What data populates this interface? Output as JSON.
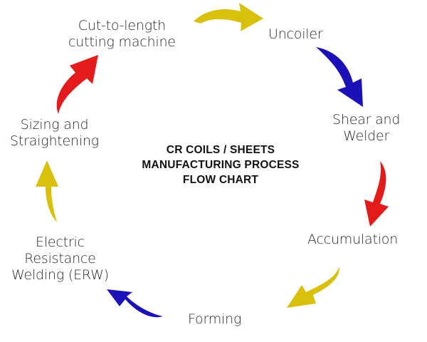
{
  "title": {
    "lines": [
      "CR COILS / SHEETS",
      "MANUFACTURING PROCESS",
      "FLOW CHART"
    ]
  },
  "steps": [
    {
      "id": "uncoiler",
      "lines": [
        "Uncoiler"
      ]
    },
    {
      "id": "shear-and-welder",
      "lines": [
        "Shear and",
        "Welder"
      ]
    },
    {
      "id": "accumulation",
      "lines": [
        "Accumulation"
      ]
    },
    {
      "id": "forming",
      "lines": [
        "Forming"
      ]
    },
    {
      "id": "erw",
      "lines": [
        "Electric",
        "Resistance",
        "Welding (ERW)"
      ]
    },
    {
      "id": "sizing",
      "lines": [
        "Sizing and",
        "Straightening"
      ]
    },
    {
      "id": "cut-to-length",
      "lines": [
        "Cut-to-length",
        "cutting machine"
      ]
    }
  ],
  "arrows": [
    {
      "from": "cut-to-length",
      "to": "uncoiler",
      "color": "#d9c00c"
    },
    {
      "from": "uncoiler",
      "to": "shear-and-welder",
      "color": "#1a12b8"
    },
    {
      "from": "shear-and-welder",
      "to": "accumulation",
      "color": "#e31b1b"
    },
    {
      "from": "accumulation",
      "to": "forming",
      "color": "#d9c00c"
    },
    {
      "from": "forming",
      "to": "erw",
      "color": "#1a12b8"
    },
    {
      "from": "erw",
      "to": "sizing",
      "color": "#d9c00c"
    },
    {
      "from": "sizing",
      "to": "cut-to-length",
      "color": "#e31b1b"
    }
  ]
}
